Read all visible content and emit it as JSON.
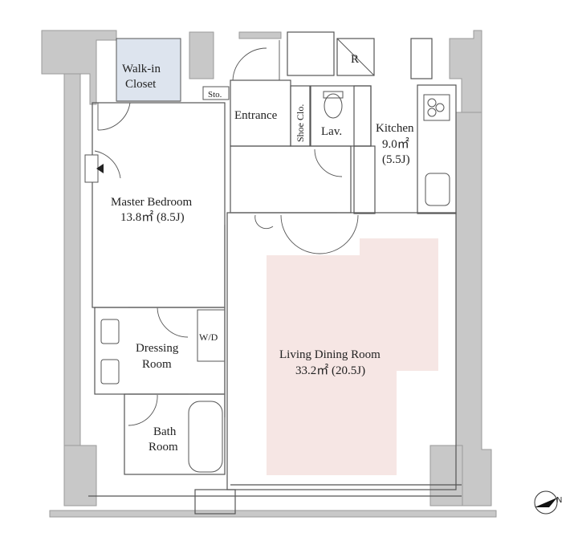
{
  "rooms": {
    "walkin_closet": {
      "line1": "Walk-in",
      "line2": "Closet"
    },
    "storage": "Sto.",
    "entrance": "Entrance",
    "shoe_closet": "Shoe Clo.",
    "lavatory": "Lav.",
    "refrigerator": "R",
    "kitchen": {
      "name": "Kitchen",
      "area": "9.0㎡",
      "tatami": "(5.5J)"
    },
    "master_bedroom": {
      "name": "Master Bedroom",
      "size": "13.8㎡ (8.5J)"
    },
    "dressing_room": {
      "line1": "Dressing",
      "line2": "Room"
    },
    "washer_dryer": "W/D",
    "bath_room": {
      "line1": "Bath",
      "line2": "Room"
    },
    "living_dining": {
      "name": "Living Dining Room",
      "size": "33.2㎡ (20.5J)"
    }
  },
  "colors": {
    "wall": "#c8c8c8",
    "wall_dark": "#a9a9a9",
    "closet_fill": "#dde4ee",
    "ldr_highlight": "#f6e6e4",
    "line": "#555555"
  },
  "icons": {
    "compass": "north-arrow-icon"
  }
}
